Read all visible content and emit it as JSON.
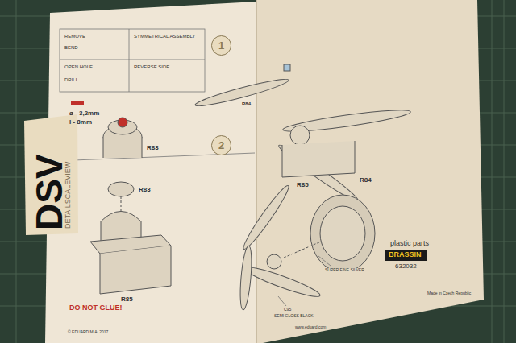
{
  "diagram": {
    "nodes": [
      {
        "text": [
          "1"
        ]
      },
      {
        "text": [
          "2"
        ]
      }
    ],
    "labels": [
      "DSV",
      "DETAILSCALEVIEW",
      "REMOVE",
      "BEND",
      "OPEN HOLE",
      "DRILL",
      "SYMMETRICAL ASSEMBLY",
      "REVERSE SIDE",
      "ø - 3,2mm",
      "l - 8mm",
      "R83",
      "R83",
      "R85",
      "DO NOT GLUE!",
      "© EDUARD M.A. 2017",
      "R84",
      "R85",
      "R84",
      "C95",
      "SEMI GLOSS BLACK",
      "SUPER FINE SILVER",
      "plastic parts",
      "BRASSIN",
      "632032",
      "Made in Czech Republic",
      "www.eduard.com"
    ]
  }
}
